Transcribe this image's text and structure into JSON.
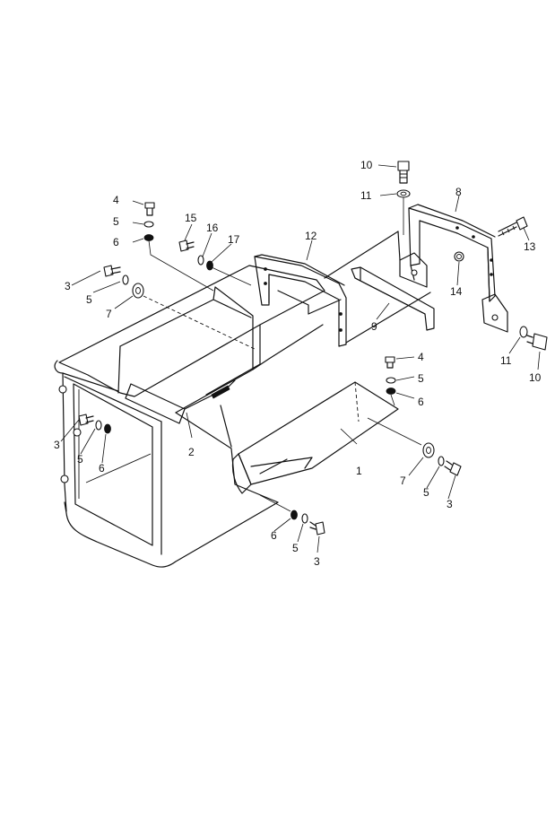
{
  "callouts": [
    {
      "id": "c1",
      "text": "1"
    },
    {
      "id": "c2",
      "text": "2"
    },
    {
      "id": "c3a",
      "text": "3"
    },
    {
      "id": "c3b",
      "text": "3"
    },
    {
      "id": "c3c",
      "text": "3"
    },
    {
      "id": "c3d",
      "text": "3"
    },
    {
      "id": "c4a",
      "text": "4"
    },
    {
      "id": "c4b",
      "text": "4"
    },
    {
      "id": "c5a",
      "text": "5"
    },
    {
      "id": "c5b",
      "text": "5"
    },
    {
      "id": "c5c",
      "text": "5"
    },
    {
      "id": "c5d",
      "text": "5"
    },
    {
      "id": "c5e",
      "text": "5"
    },
    {
      "id": "c5f",
      "text": "5"
    },
    {
      "id": "c6a",
      "text": "6"
    },
    {
      "id": "c6b",
      "text": "6"
    },
    {
      "id": "c6c",
      "text": "6"
    },
    {
      "id": "c6d",
      "text": "6"
    },
    {
      "id": "c7a",
      "text": "7"
    },
    {
      "id": "c7b",
      "text": "7"
    },
    {
      "id": "c8",
      "text": "8"
    },
    {
      "id": "c9",
      "text": "9"
    },
    {
      "id": "c10a",
      "text": "10"
    },
    {
      "id": "c10b",
      "text": "10"
    },
    {
      "id": "c11a",
      "text": "11"
    },
    {
      "id": "c11b",
      "text": "11"
    },
    {
      "id": "c12",
      "text": "12"
    },
    {
      "id": "c13",
      "text": "13"
    },
    {
      "id": "c14",
      "text": "14"
    },
    {
      "id": "c15",
      "text": "15"
    },
    {
      "id": "c16",
      "text": "16"
    },
    {
      "id": "c17",
      "text": "17"
    }
  ]
}
